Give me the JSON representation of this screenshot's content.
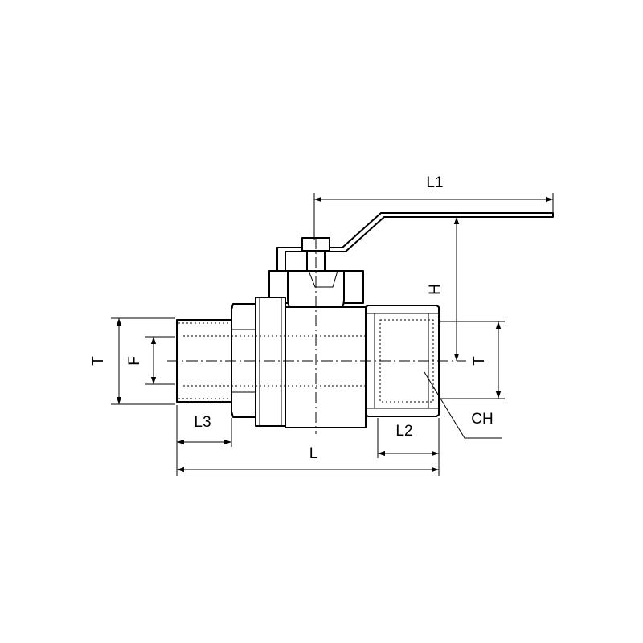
{
  "labels": {
    "L1": "L1",
    "H": "H",
    "T_left": "T",
    "F": "F",
    "T_right": "T",
    "CH": "CH",
    "L3": "L3",
    "L2": "L2",
    "L": "L"
  }
}
